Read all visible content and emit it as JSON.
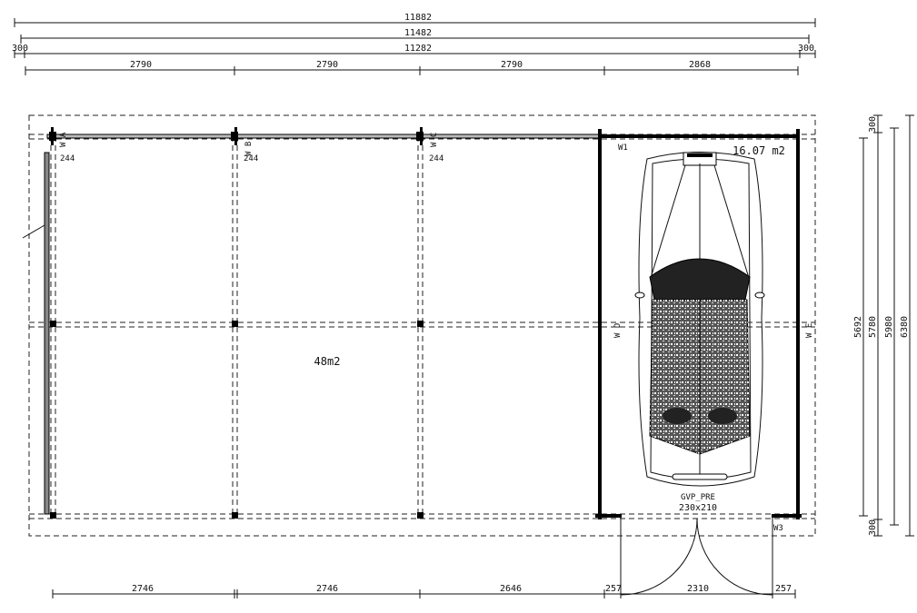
{
  "top_dimensions": {
    "overall": "11882",
    "outer": "11482",
    "inner": "11282",
    "left_overhang": "300",
    "right_overhang": "300",
    "bays": [
      "2790",
      "2790",
      "2790",
      "2868"
    ]
  },
  "bottom_dimensions": [
    "2746",
    "2746",
    "2646",
    "257",
    "2310",
    "257"
  ],
  "right_dimensions": {
    "d1": "5692",
    "d2": "5780",
    "d3": "5980",
    "d4": "6380",
    "top_overhang": "300",
    "bottom_overhang": "300"
  },
  "post_offsets": [
    "244",
    "244",
    "244"
  ],
  "wall_markers": {
    "a": "W A",
    "b": "W B",
    "c": "W C",
    "w1": "W1",
    "d": "W D",
    "e": "W E",
    "w3": "W3"
  },
  "areas": {
    "carport": "48m2",
    "garage": "16.07 m2"
  },
  "door": {
    "type": "GVP_PRE",
    "size": "230x210"
  }
}
